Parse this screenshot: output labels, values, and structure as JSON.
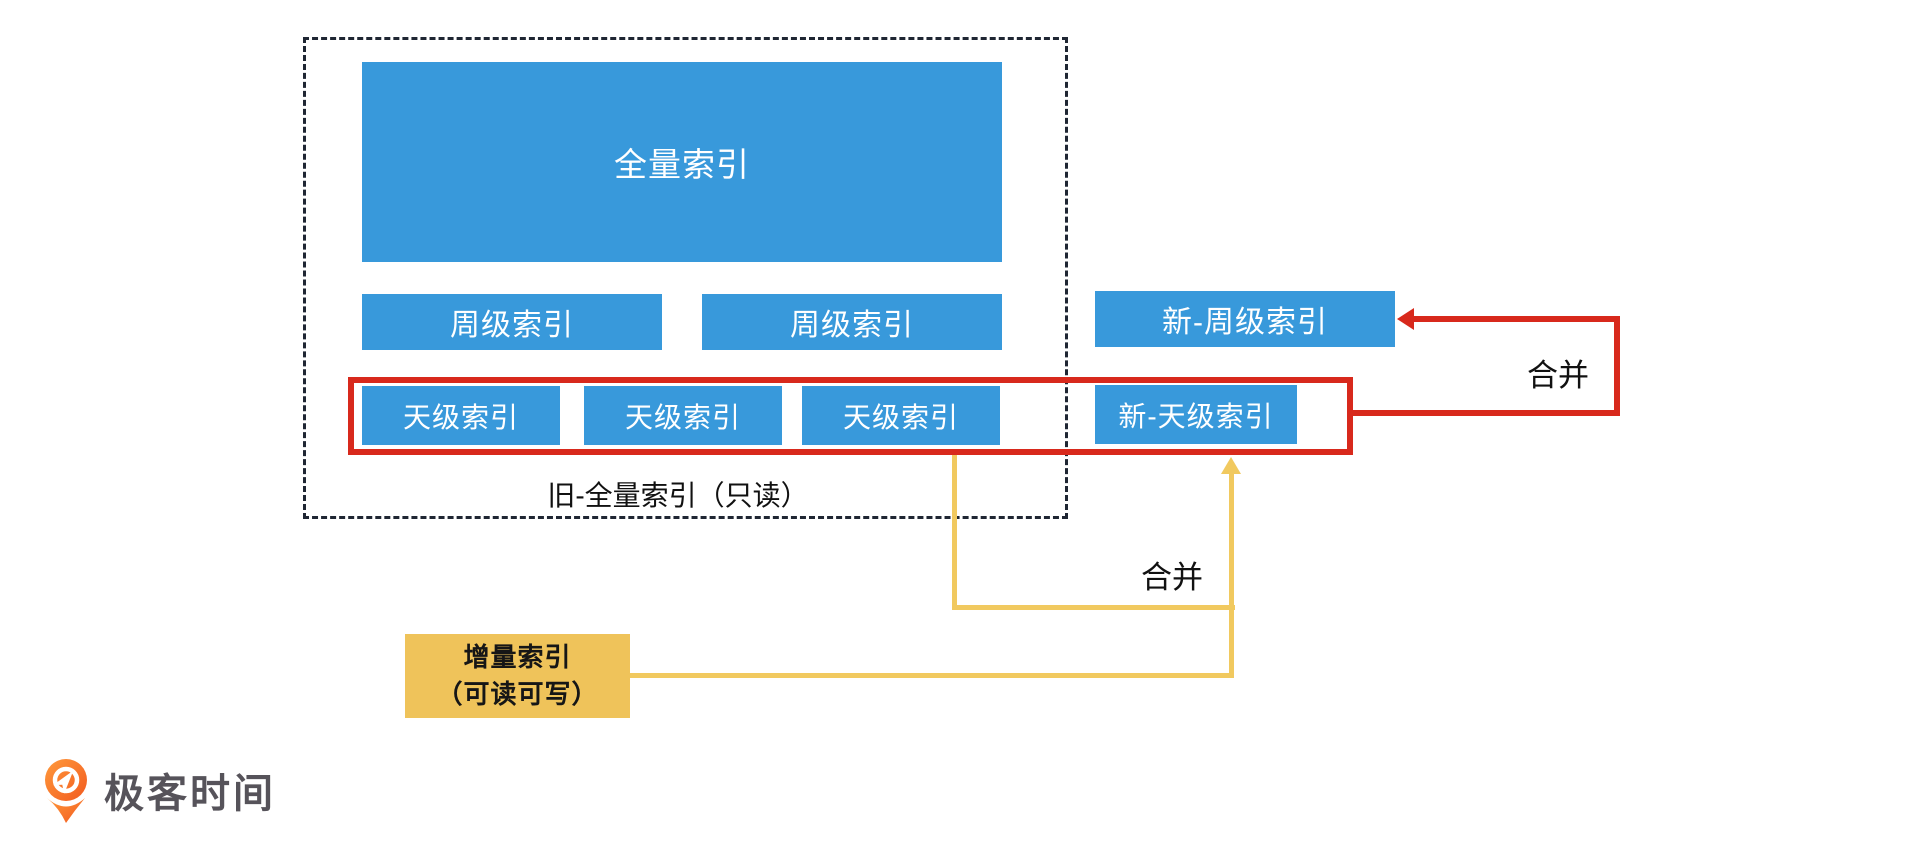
{
  "colors": {
    "box_blue": "#3899db",
    "highlight_red": "#d8291c",
    "incremental_yellow": "#efc35a",
    "connector_yellow": "#f1c95f",
    "dashed_border": "#1f2633",
    "text_dark": "#111111",
    "logo_orange": "#f7671f",
    "brand_text_gray": "#56535a"
  },
  "diagram": {
    "old_full_group": {
      "full_index_label": "全量索引",
      "week_index_labels": [
        "周级索引",
        "周级索引"
      ],
      "day_index_labels": [
        "天级索引",
        "天级索引",
        "天级索引"
      ],
      "caption": "旧-全量索引（只读）"
    },
    "new_week_index_label": "新-周级索引",
    "new_day_index_label": "新-天级索引",
    "red_merge_label": "合并",
    "yellow_merge_label": "合并",
    "incremental_index": {
      "line1": "增量索引",
      "line2": "（可读可写）"
    }
  },
  "footer": {
    "brand_name": "极客时间"
  }
}
